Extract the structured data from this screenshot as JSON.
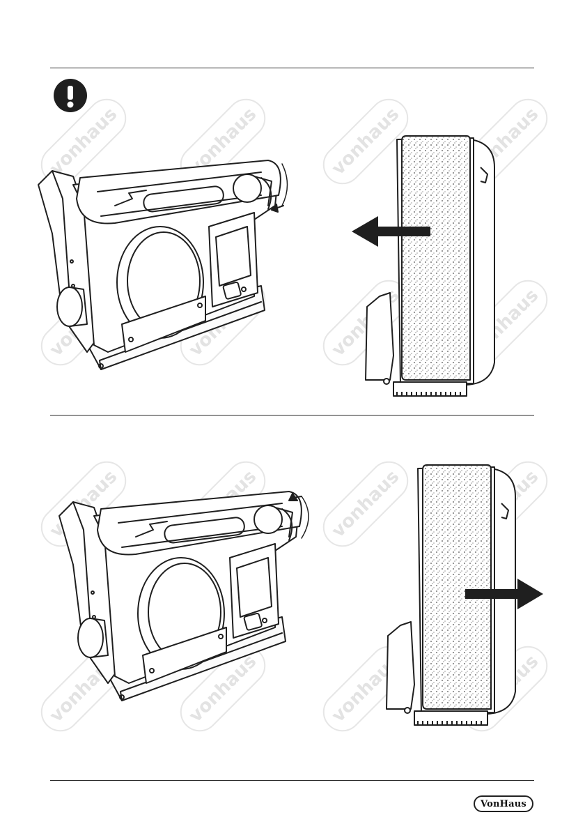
{
  "page": {
    "watermark_text": "vonhaus",
    "brand_logo_text": "VonHaus",
    "icon_names": {
      "warning": "exclamation-warning-icon",
      "left_arrow": "arrow-left-icon",
      "right_arrow": "arrow-right-icon"
    },
    "colors": {
      "ink": "#1f1f1f",
      "watermark": "#e3e3e3",
      "rule": "#2a2a2a"
    }
  },
  "sections": [
    {
      "id": "adjust-belt-left",
      "arrow_direction": "left",
      "knob_rotation": "clockwise"
    },
    {
      "id": "adjust-belt-right",
      "arrow_direction": "right",
      "knob_rotation": "counter-clockwise"
    }
  ]
}
